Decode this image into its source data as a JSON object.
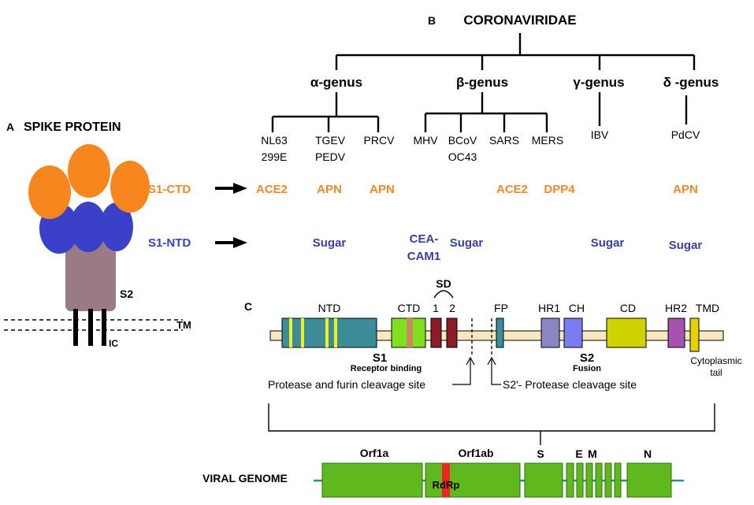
{
  "panel_labels": {
    "a": "A",
    "b": "B",
    "c": "C"
  },
  "spike": {
    "title": "SPIKE PROTEIN",
    "s1_ctd_label": "S1-CTD",
    "s1_ntd_label": "S1-NTD",
    "s2_label": "S2",
    "tm_label": "TM",
    "ic_label": "IC"
  },
  "taxonomy": {
    "family": "CORONAVIRIDAE",
    "genera": [
      {
        "name": "α-genus",
        "viruses": [
          [
            "NL63",
            "299E"
          ],
          [
            "TGEV",
            "PEDV"
          ],
          [
            "PRCV"
          ]
        ]
      },
      {
        "name": "β-genus",
        "viruses": [
          [
            "MHV"
          ],
          [
            "BCoV",
            "OC43"
          ],
          [
            "SARS"
          ],
          [
            "MERS"
          ]
        ]
      },
      {
        "name": "γ-genus",
        "viruses": [
          [
            "IBV"
          ]
        ]
      },
      {
        "name": "δ -genus",
        "viruses": [
          [
            "PdCV"
          ]
        ]
      }
    ],
    "ctd_receptors": [
      "ACE2",
      "APN",
      "APN",
      "ACE2",
      "DPP4",
      "APN"
    ],
    "ntd_receptors": [
      "Sugar",
      "CEA-",
      "CAM1",
      "Sugar",
      "Sugar",
      "Sugar"
    ]
  },
  "domains": {
    "ntd": "NTD",
    "ctd": "CTD",
    "sd": "SD",
    "sd1": "1",
    "sd2": "2",
    "fp": "FP",
    "hr1": "HR1",
    "ch": "CH",
    "cd": "CD",
    "hr2": "HR2",
    "tmd": "TMD",
    "s1": "S1",
    "s1_sub": "Receptor binding",
    "s2": "S2",
    "s2_sub": "Fusion",
    "furin_site": "Protease and furin cleavage site",
    "s2prime_site": "S2'- Protease cleavage site",
    "cyto_1": "Cytoplasmic",
    "cyto_2": "tail"
  },
  "genome": {
    "label": "VIRAL GENOME",
    "orf1a": "Orf1a",
    "orf1ab": "Orf1ab",
    "rdrp": "RdRp",
    "s": "S",
    "e": "E",
    "m": "M",
    "n": "N"
  },
  "colors": {
    "orange": "#f7861f",
    "blue": "#3a40c8",
    "s2_mauve": "#9a7b84",
    "receptor_orange": "#ee8a2c",
    "sugar_blue": "#3a3f9a",
    "ntd_teal": "#3c8c9a",
    "ctd_green": "#7fe020",
    "sd_red": "#8e1b2a",
    "hr1_purple": "#8a86c2",
    "ch_blue": "#7c7cf2",
    "cd_yellow": "#cfd400",
    "hr2_magenta": "#a653b0",
    "tmd_yellow": "#e6d200",
    "backbone": "#f7e8bf",
    "genome_green": "#5fb81e",
    "rdrp_red": "#ee2222"
  }
}
